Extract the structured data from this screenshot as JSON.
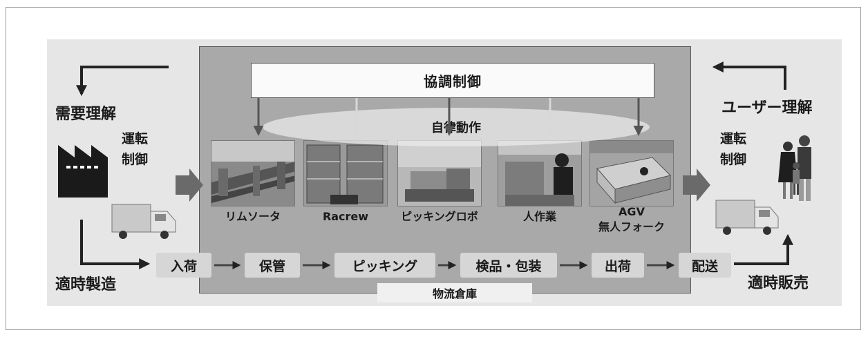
{
  "diagram": {
    "cooperative_control": "協調制御",
    "autonomous_operation": "自律動作",
    "warehouse_label": "物流倉庫",
    "left": {
      "demand_understanding": "需要理解",
      "operation_control": "運転\n制御",
      "timely_manufacturing": "適時製造"
    },
    "right": {
      "user_understanding": "ユーザー理解",
      "operation_control": "運転\n制御",
      "timely_sales": "適時販売"
    },
    "equipment": [
      {
        "label": "リムソータ"
      },
      {
        "label": "Racrew"
      },
      {
        "label": "ピッキングロボ"
      },
      {
        "label": "人作業"
      },
      {
        "label": "AGV\n無人フォーク"
      }
    ],
    "process": [
      {
        "label": "入荷"
      },
      {
        "label": "保管"
      },
      {
        "label": "ピッキング"
      },
      {
        "label": "検品・包装"
      },
      {
        "label": "出荷"
      },
      {
        "label": "配送"
      }
    ],
    "colors": {
      "outer_bg": "#e6e6e6",
      "warehouse_bg": "#a9a9a9",
      "arrow": "#222222",
      "process_box": "#d6d6d6"
    }
  }
}
